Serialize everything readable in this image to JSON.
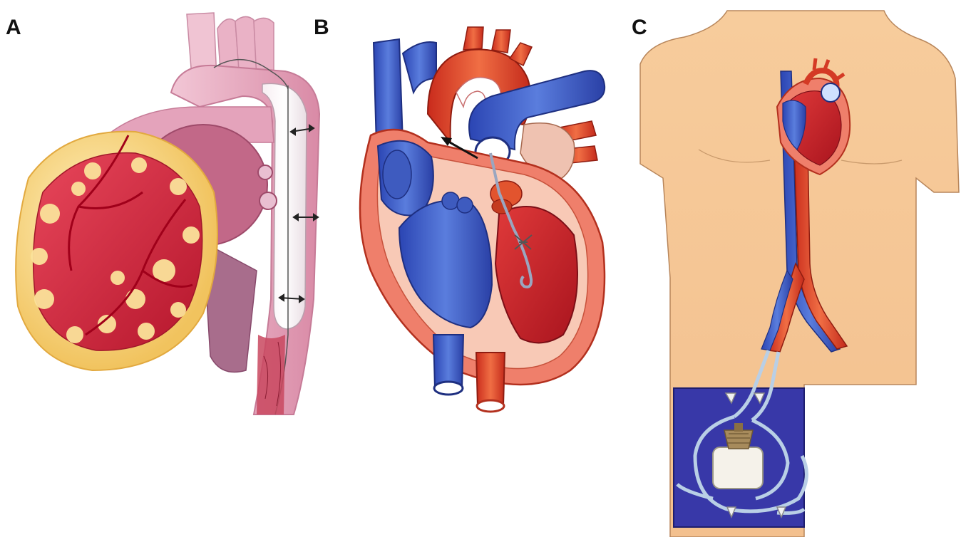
{
  "panels": [
    {
      "id": "A",
      "label": "A"
    },
    {
      "id": "B",
      "label": "B"
    },
    {
      "id": "C",
      "label": "C"
    }
  ],
  "colors": {
    "myocardium_red": "#d9283f",
    "fat_yellow": "#f6d67a",
    "aorta_pink": "#e8a7bd",
    "vein_blue": "#3f5fc8",
    "artery_red": "#e0432c",
    "skin": "#f6c998",
    "thigh_wrap": "#3a3aa8"
  }
}
